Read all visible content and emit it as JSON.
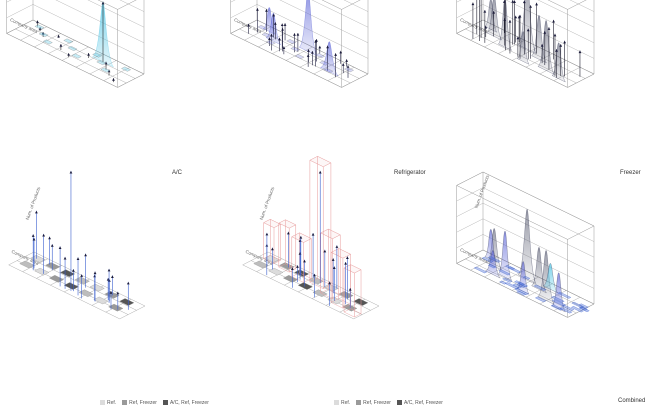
{
  "panels": [
    {
      "id": "ac",
      "title": "A/C",
      "axis_y": "Num. of Products",
      "axis_x": "Company area"
    },
    {
      "id": "ref",
      "title": "Refrigerator",
      "axis_y": "Num. of Products",
      "axis_x": "Company area"
    },
    {
      "id": "frz",
      "title": "Freezer",
      "axis_y": "Num. of Products",
      "axis_x": "Company area"
    },
    {
      "id": "bars1",
      "title": "",
      "axis_y": "Num. of Products",
      "axis_x": "Company area"
    },
    {
      "id": "bars2",
      "title": "",
      "axis_y": "Num. of Products",
      "axis_x": "Company area"
    },
    {
      "id": "comb",
      "title": "Combined",
      "axis_y": "Num. of Products",
      "axis_x": "Company area"
    }
  ],
  "legend": {
    "items": [
      {
        "label": "Ref.",
        "color": "#dcdcdc"
      },
      {
        "label": "Ref, Freezer",
        "color": "#9a9a9a"
      },
      {
        "label": "A/C, Ref, Freezer",
        "color": "#555555"
      }
    ]
  },
  "colors": {
    "ac": "#5fc9e6",
    "ref": "#5a62d6",
    "frz": "#3b3f5c",
    "bar": "#3a5fcf",
    "box": "#e79a9a",
    "grid": "#9a9a9a"
  }
}
